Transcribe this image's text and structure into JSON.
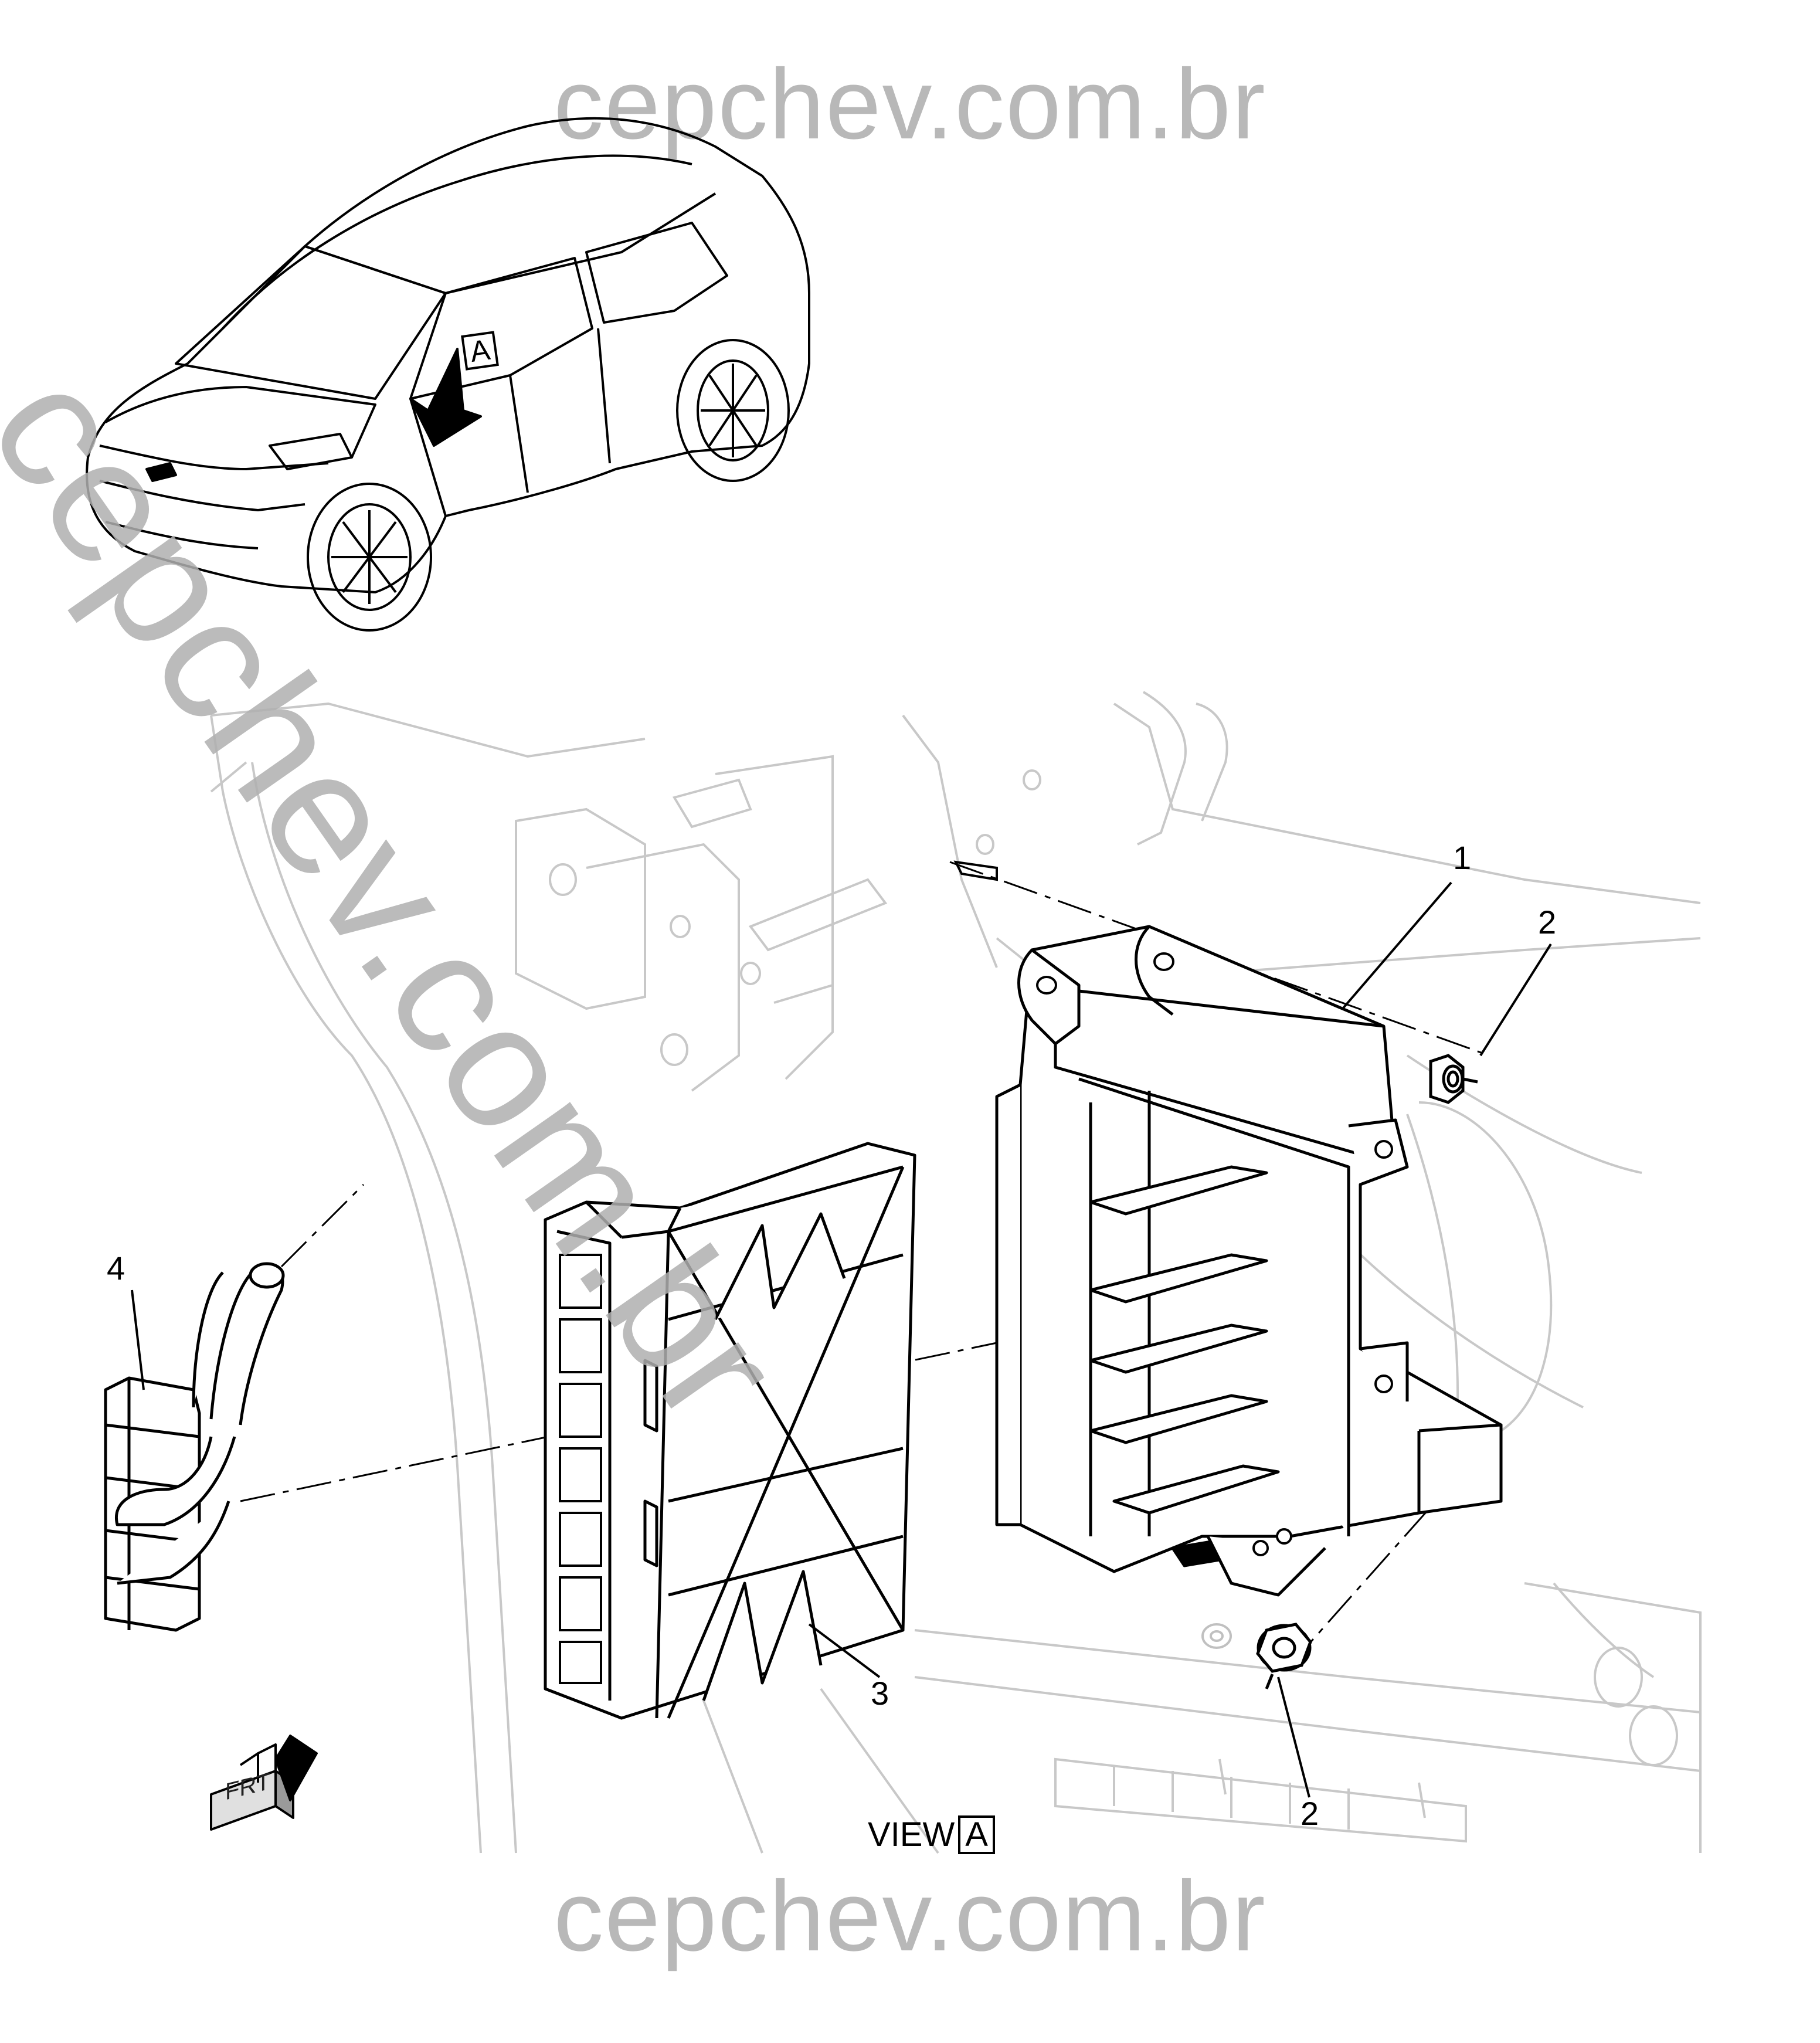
{
  "watermark": {
    "top": "cepchev.com.br",
    "bottom": "cepchev.com.br",
    "diagonal": "cepchev.com.br"
  },
  "callouts": {
    "c1": "1",
    "c2_top": "2",
    "c2_bottom": "2",
    "c3": "3",
    "c4": "4"
  },
  "view": {
    "word": "VIEW",
    "letter": "A"
  },
  "car_view_tag": "A",
  "frt": "FRT",
  "colors": {
    "line": "#000000",
    "faint_line": "#c8c8c8",
    "watermark": "#b8b8b8"
  }
}
